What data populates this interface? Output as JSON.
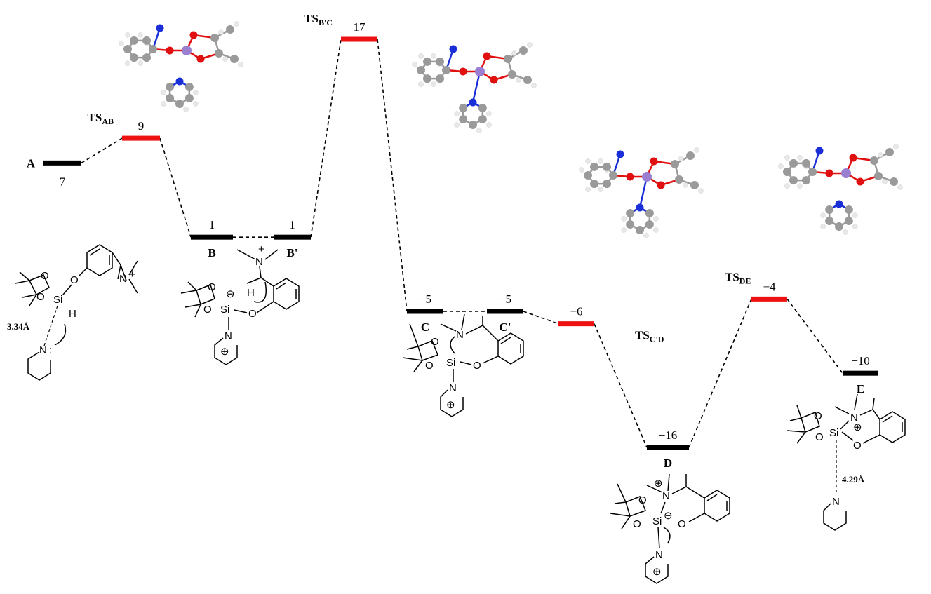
{
  "figure": {
    "type": "free-energy-profile",
    "energy_unit": "kcal/mol (relative)"
  },
  "chart_data": {
    "type": "line",
    "title": "",
    "xlabel": "",
    "ylabel": "",
    "levels": [
      {
        "id": "A",
        "label": "A",
        "sub": "",
        "value": 7,
        "value_text": "7",
        "kind": "intermediate",
        "color": "#000000"
      },
      {
        "id": "TSAB",
        "label": "TS",
        "sub": "AB",
        "value": 9,
        "value_text": "9",
        "kind": "transition-state",
        "color": "#ee1111"
      },
      {
        "id": "B",
        "label": "B",
        "sub": "",
        "value": 1,
        "value_text": "1",
        "kind": "intermediate",
        "color": "#000000"
      },
      {
        "id": "B'",
        "label": "B'",
        "sub": "",
        "value": 1,
        "value_text": "1",
        "kind": "intermediate",
        "color": "#000000"
      },
      {
        "id": "TSB'C",
        "label": "TS",
        "sub": "B'C",
        "value": 17,
        "value_text": "17",
        "kind": "transition-state",
        "color": "#ee1111"
      },
      {
        "id": "C",
        "label": "C",
        "sub": "",
        "value": -5,
        "value_text": "−5",
        "kind": "intermediate",
        "color": "#000000"
      },
      {
        "id": "C'",
        "label": "C'",
        "sub": "",
        "value": -5,
        "value_text": "−5",
        "kind": "intermediate",
        "color": "#000000"
      },
      {
        "id": "TSC'D",
        "label": "TS",
        "sub": "C'D",
        "value": -6,
        "value_text": "−6",
        "kind": "transition-state",
        "color": "#ee1111"
      },
      {
        "id": "D",
        "label": "D",
        "sub": "",
        "value": -16,
        "value_text": "−16",
        "kind": "intermediate",
        "color": "#000000"
      },
      {
        "id": "TSDE",
        "label": "TS",
        "sub": "DE",
        "value": -4,
        "value_text": "−4",
        "kind": "transition-state",
        "color": "#ee1111"
      },
      {
        "id": "E",
        "label": "E",
        "sub": "",
        "value": -10,
        "value_text": "−10",
        "kind": "intermediate",
        "color": "#000000"
      }
    ],
    "connections": [
      [
        "A",
        "TSAB"
      ],
      [
        "TSAB",
        "B"
      ],
      [
        "B",
        "B'"
      ],
      [
        "B'",
        "TSB'C"
      ],
      [
        "TSB'C",
        "C"
      ],
      [
        "C",
        "C'"
      ],
      [
        "C'",
        "TSC'D"
      ],
      [
        "TSC'D",
        "D"
      ],
      [
        "D",
        "TSDE"
      ],
      [
        "TSDE",
        "E"
      ]
    ]
  },
  "annotations": {
    "distance_A": "3.34Å",
    "distance_E": "4.29Å"
  },
  "structures": {
    "atoms": {
      "Si": "Si",
      "O": "O",
      "N": "N",
      "H": "H"
    },
    "charges": {
      "plus": "+",
      "plus_circle": "⊕",
      "minus_circle": "⊖",
      "lone_pair": ":"
    }
  },
  "models_3d": [
    {
      "name": "TSAB-model",
      "atom_colors": {
        "C": "#9a9a9a",
        "H": "#e8e8e8",
        "N": "#1a2fd8",
        "O": "#e01010",
        "Si": "#9a7fd0"
      }
    },
    {
      "name": "TSB'C-model"
    },
    {
      "name": "TSC'D-model"
    },
    {
      "name": "TSDE-model"
    }
  ]
}
